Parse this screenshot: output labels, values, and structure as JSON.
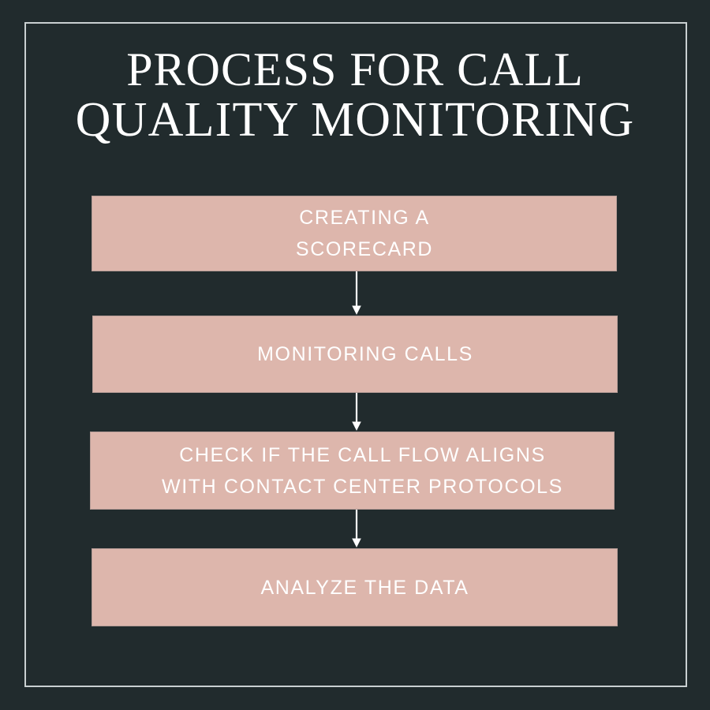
{
  "poster": {
    "title_line_1": "PROCESS FOR CALL",
    "title_line_2": "QUALITY MONITORING",
    "background_color": "#212b2d",
    "box_color": "#ddb6ac",
    "text_color": "#ffffff",
    "frame_color": "#c9d0d1"
  },
  "flow": {
    "steps": [
      {
        "label": "CREATING A\nSCORECARD"
      },
      {
        "label": "MONITORING CALLS"
      },
      {
        "label": "CHECK IF THE CALL FLOW ALIGNS\nWITH CONTACT CENTER PROTOCOLS"
      },
      {
        "label": "ANALYZE THE DATA"
      }
    ],
    "connectors": [
      {
        "direction": "down"
      },
      {
        "direction": "down"
      },
      {
        "direction": "down"
      }
    ]
  }
}
